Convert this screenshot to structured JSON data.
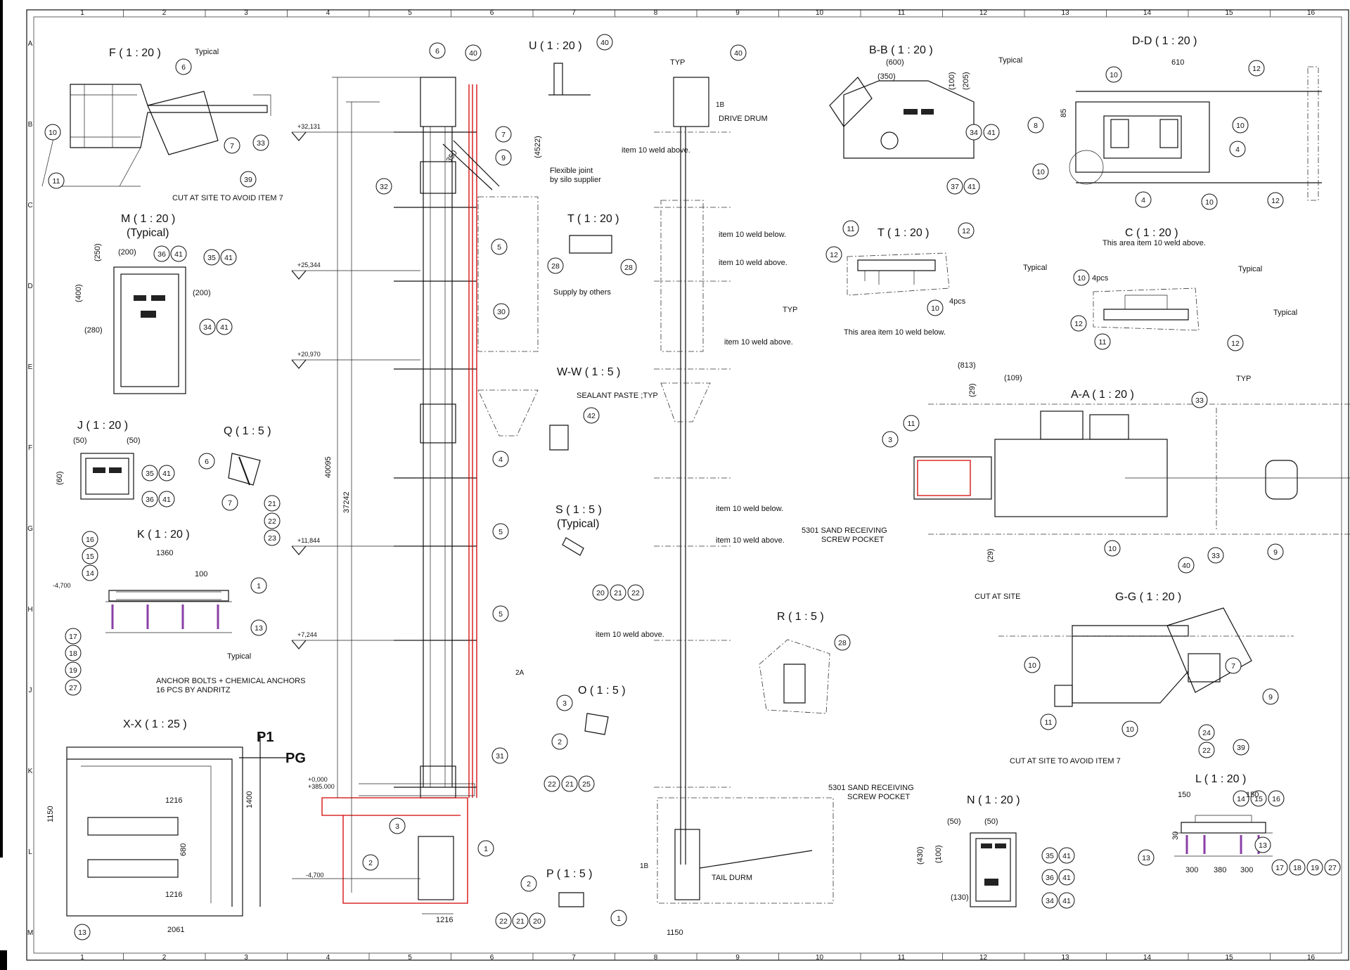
{
  "sheet": {
    "columns": [
      "1",
      "2",
      "3",
      "4",
      "5",
      "6",
      "7",
      "8",
      "9",
      "10",
      "11",
      "12",
      "13",
      "14",
      "15",
      "16"
    ],
    "rows": [
      "A",
      "B",
      "C",
      "D",
      "E",
      "F",
      "G",
      "H",
      "J",
      "K",
      "L",
      "M"
    ]
  },
  "views": [
    {
      "title": "F ( 1 : 20 )"
    },
    {
      "title": "M ( 1 : 20 )",
      "sub": "(Typical)"
    },
    {
      "title": "J ( 1 : 20 )"
    },
    {
      "title": "Q ( 1 : 5 )"
    },
    {
      "title": "K ( 1 : 20 )"
    },
    {
      "title": "X-X ( 1 : 25 )"
    },
    {
      "title": "U ( 1 : 20 )"
    },
    {
      "title": "T ( 1 : 20 )"
    },
    {
      "title": "W-W ( 1 : 5 )"
    },
    {
      "title": "S ( 1 : 5 )",
      "sub": "(Typical)"
    },
    {
      "title": "O ( 1 : 5 )"
    },
    {
      "title": "P ( 1 : 5 )"
    },
    {
      "title": "R ( 1 : 5 )"
    },
    {
      "title": "B-B ( 1 : 20 )"
    },
    {
      "title": "T ( 1 : 20 )"
    },
    {
      "title": "D-D ( 1 : 20 )"
    },
    {
      "title": "C ( 1 : 20 )"
    },
    {
      "title": "A-A ( 1 : 20 )"
    },
    {
      "title": "G-G ( 1 : 20 )"
    },
    {
      "title": "N ( 1 : 20 )"
    },
    {
      "title": "L ( 1 : 20 )"
    }
  ],
  "notes": {
    "cut_item7": "CUT AT SITE TO AVOID ITEM 7",
    "anchor_bolts": "ANCHOR BOLTS + CHEMICAL ANCHORS",
    "anchor_bolts2": "16 PCS BY ANDRITZ",
    "flexible_joint": "Flexible joint",
    "flexible_joint2": "by silo supplier",
    "supply_by_others": "Supply by others",
    "sealant": "SEALANT PASTE ;TYP",
    "drive_drum": "DRIVE DRUM",
    "tail_durm": "TAIL DURM",
    "sand_pocket": "5301 SAND RECEIVING",
    "sand_pocket2": "SCREW POCKET",
    "cut_at_site": "CUT AT SITE",
    "weld_above": "item 10 weld above.",
    "weld_below": "item 10 weld below.",
    "area_weld_below": "This area item 10 weld below.",
    "area_weld_above": "This area item 10 weld above.",
    "pcs4": "4pcs",
    "typical": "Typical",
    "typ": "TYP"
  },
  "elevations": [
    "+32,131",
    "+25,344",
    "+20,970",
    "+11,844",
    "+7,244",
    "+0,000",
    "+385.000",
    "-4,700",
    "-4,700"
  ],
  "dimensions": {
    "h_total": "40095",
    "h_inner": "37242",
    "d4522": "(4522)",
    "d350": "350",
    "d1216": "1216",
    "d1150": "1150",
    "d1360": "1360",
    "d100": "100",
    "d2061": "2061",
    "d1400": "1400",
    "d680": "680",
    "d610": "610",
    "d85": "85",
    "d600": "(600)",
    "d350b": "(350)",
    "d100b": "(100)",
    "d205": "(205)",
    "d250": "(250)",
    "d200": "(200)",
    "d400": "(400)",
    "d280": "(280)",
    "d50": "(50)",
    "d60": "(60)",
    "d813": "(813)",
    "d109": "(109)",
    "d29": "(29)",
    "d430": "(430)",
    "d130": "(130)",
    "d150": "150",
    "d30": "30",
    "d300": "300",
    "d380": "380",
    "d4700": "-4,700"
  },
  "markers": {
    "P1": "P1",
    "PG": "PG",
    "datum_a": "2A",
    "datum_b": "1B",
    "A": "A",
    "B": "B"
  }
}
